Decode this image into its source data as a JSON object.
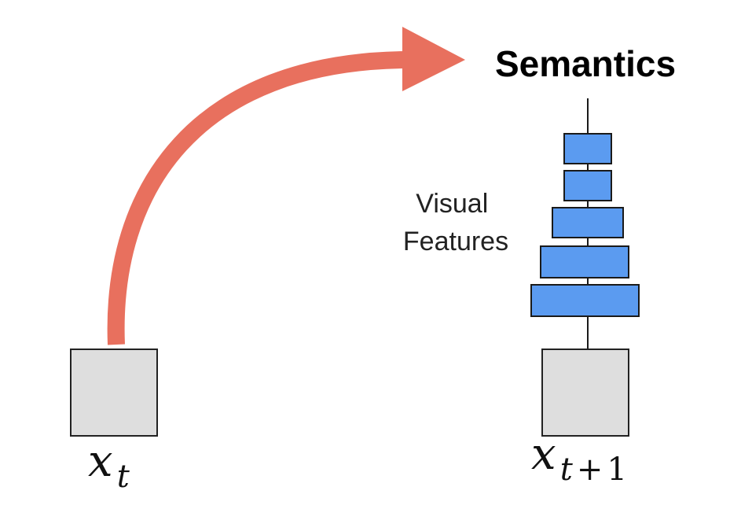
{
  "title": "Semantics",
  "features_label": {
    "line1": "Visual",
    "line2": "Features"
  },
  "left_frame": {
    "variable": "x",
    "subscript": "t"
  },
  "right_frame": {
    "variable": "x",
    "subscript_var": "t",
    "subscript_op": "+",
    "subscript_num": "1"
  },
  "colors": {
    "arrow": "#E8705E",
    "frame_fill": "#DEDEDE",
    "frame_stroke": "#222222",
    "feature_fill": "#5B9BF0",
    "feature_stroke": "#1A1A1A",
    "line": "#1A1A1A",
    "text": "#000000"
  },
  "icons": {
    "arrow": "curved-arrow-icon"
  }
}
